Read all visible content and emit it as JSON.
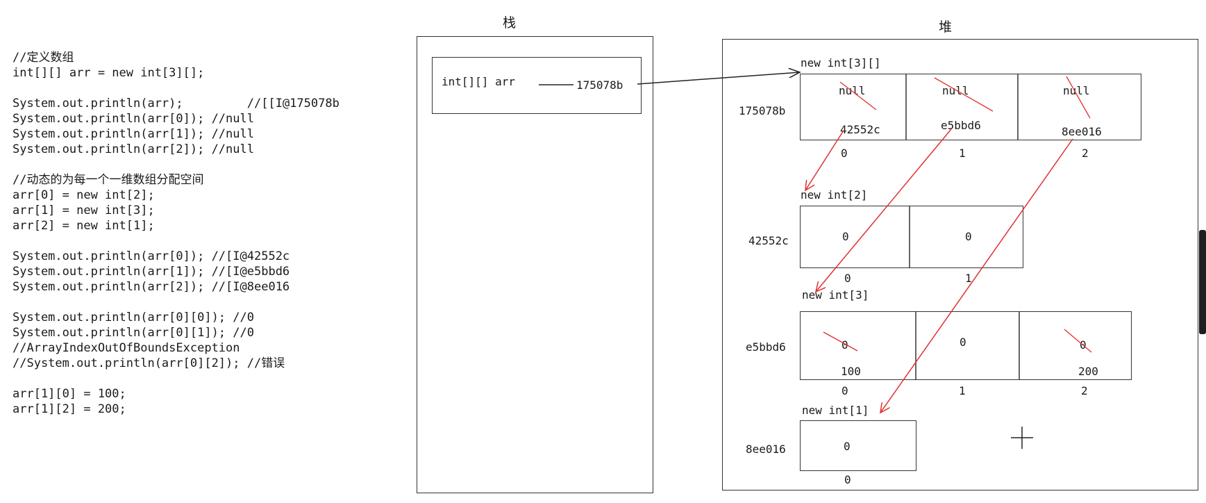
{
  "code_lines": [
    "//定义数组",
    "int[][] arr = new int[3][];",
    "",
    "System.out.println(arr);         //[[I@175078b",
    "System.out.println(arr[0]); //null",
    "System.out.println(arr[1]); //null",
    "System.out.println(arr[2]); //null",
    "",
    "//动态的为每一个一维数组分配空间",
    "arr[0] = new int[2];",
    "arr[1] = new int[3];",
    "arr[2] = new int[1];",
    "",
    "System.out.println(arr[0]); //[I@42552c",
    "System.out.println(arr[1]); //[I@e5bbd6",
    "System.out.println(arr[2]); //[I@8ee016",
    "",
    "System.out.println(arr[0][0]); //0",
    "System.out.println(arr[0][1]); //0",
    "//ArrayIndexOutOfBoundsException",
    "//System.out.println(arr[0][2]); //错误",
    "",
    "arr[1][0] = 100;",
    "arr[1][2] = 200;"
  ],
  "stack": {
    "title": "栈",
    "var_label": "int[][] arr",
    "var_value": "175078b"
  },
  "heap": {
    "title": "堆",
    "outer": {
      "label": "new int[3][]",
      "address": "175078b",
      "cells": [
        {
          "old": "null",
          "new": "42552c",
          "index": "0"
        },
        {
          "old": "null",
          "new": "e5bbd6",
          "index": "1"
        },
        {
          "old": "null",
          "new": "8ee016",
          "index": "2"
        }
      ]
    },
    "arr0": {
      "label": "new int[2]",
      "address": "42552c",
      "cells": [
        {
          "value": "0",
          "index": "0"
        },
        {
          "value": "0",
          "index": "1"
        }
      ]
    },
    "arr1": {
      "label": "new int[3]",
      "address": "e5bbd6",
      "cells": [
        {
          "old": "0",
          "new": "100",
          "index": "0"
        },
        {
          "value": "0",
          "index": "1"
        },
        {
          "old": "0",
          "new": "200",
          "index": "2"
        }
      ]
    },
    "arr2": {
      "label": "new int[1]",
      "address": "8ee016",
      "cells": [
        {
          "value": "0",
          "index": "0"
        }
      ]
    }
  },
  "colors": {
    "pointer_black": "#222222",
    "pointer_red": "#e03030",
    "strike_red": "#e03030"
  }
}
